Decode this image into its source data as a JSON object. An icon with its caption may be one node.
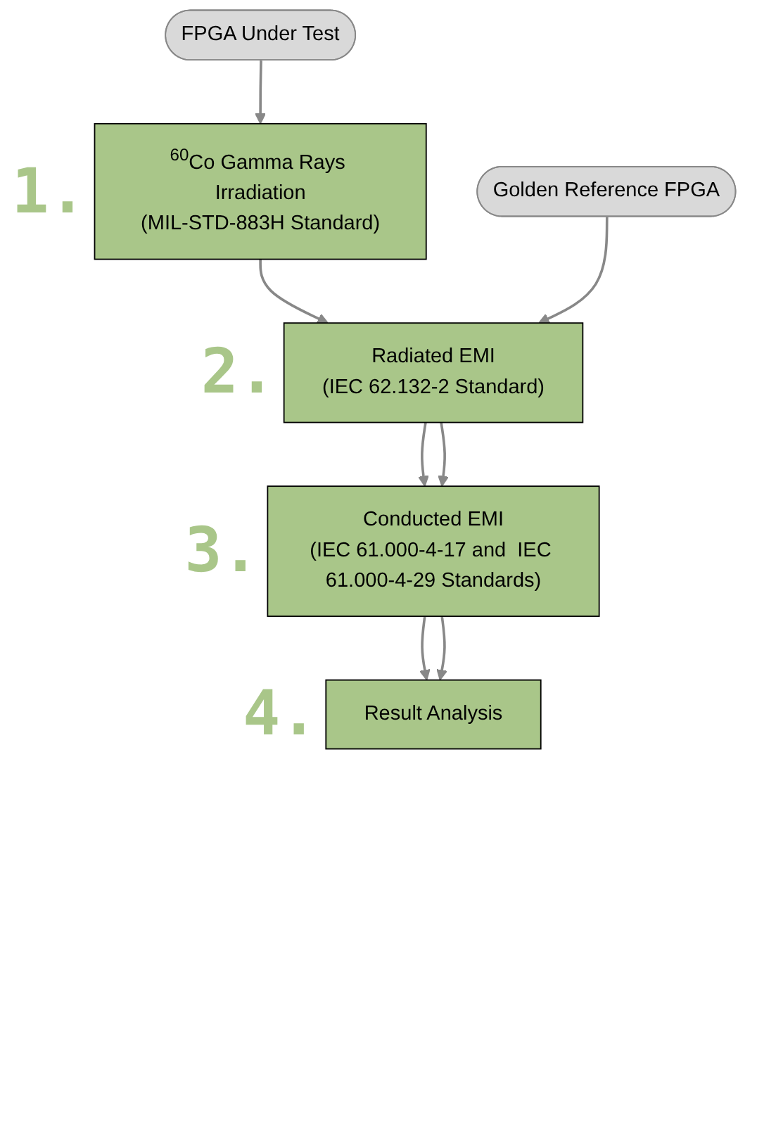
{
  "diagram": {
    "nodes": [
      {
        "text": [
          "FPGA Under Test"
        ]
      },
      {
        "text": [
          "$^{60}$Co Gamma Rays Irradiation",
          "(MIL-STD-883H Standard)"
        ],
        "beside": [
          "1."
        ]
      },
      {
        "text": [
          "Golden Reference FPGA"
        ]
      },
      {
        "text": [
          "Radiated EMI",
          "(IEC 62.132-2 Standard)"
        ],
        "beside": [
          "2."
        ]
      },
      {
        "text": [
          "Conducted EMI",
          "(IEC 61.000-4-17 and  IEC 61.000-4-29 Standards)"
        ],
        "beside": [
          "3."
        ]
      },
      {
        "text": [
          "Result Analysis"
        ],
        "beside": [
          "4."
        ]
      }
    ],
    "edges": [
      {
        "from": 0,
        "to": 1,
        "arrow": "to"
      },
      {
        "from": 1,
        "to": 3,
        "arrow": "to"
      },
      {
        "from": 2,
        "to": 3,
        "arrow": "to"
      },
      {
        "from": 3,
        "to": 4,
        "arrow": "to"
      },
      {
        "from": 3,
        "to": 4,
        "arrow": "to"
      },
      {
        "from": 4,
        "to": 5,
        "arrow": "to"
      },
      {
        "from": 4,
        "to": 5,
        "arrow": "to"
      }
    ]
  }
}
